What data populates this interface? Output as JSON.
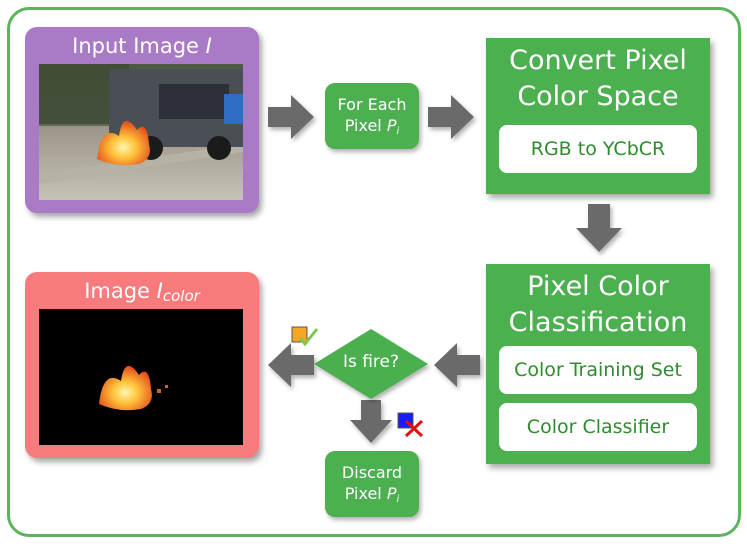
{
  "diagram": {
    "input_box": {
      "title": "Input Image",
      "title_var": "I"
    },
    "for_each": {
      "line1": "For Each",
      "line2": "Pixel",
      "var": "P",
      "sub": "i"
    },
    "convert": {
      "title_line1": "Convert Pixel",
      "title_line2": "Color Space",
      "sub_label": "RGB to YCbCR"
    },
    "classification": {
      "title_line1": "Pixel Color",
      "title_line2": "Classification",
      "item1": "Color Training Set",
      "item2": "Color Classifier"
    },
    "decision": {
      "label": "Is fire?"
    },
    "output_box": {
      "title": "Image",
      "title_var": "I",
      "title_sub": "color"
    },
    "discard": {
      "line1": "Discard",
      "line2": "Pixel",
      "var": "P",
      "sub": "i"
    },
    "colors": {
      "frame": "#5fb35f",
      "green": "#4caf50",
      "purple": "#a97bc6",
      "pink": "#f77a7c",
      "arrow": "#6b6b6b"
    },
    "icons": {
      "yes": "orange-square-check-icon",
      "no": "blue-square-x-icon"
    }
  }
}
